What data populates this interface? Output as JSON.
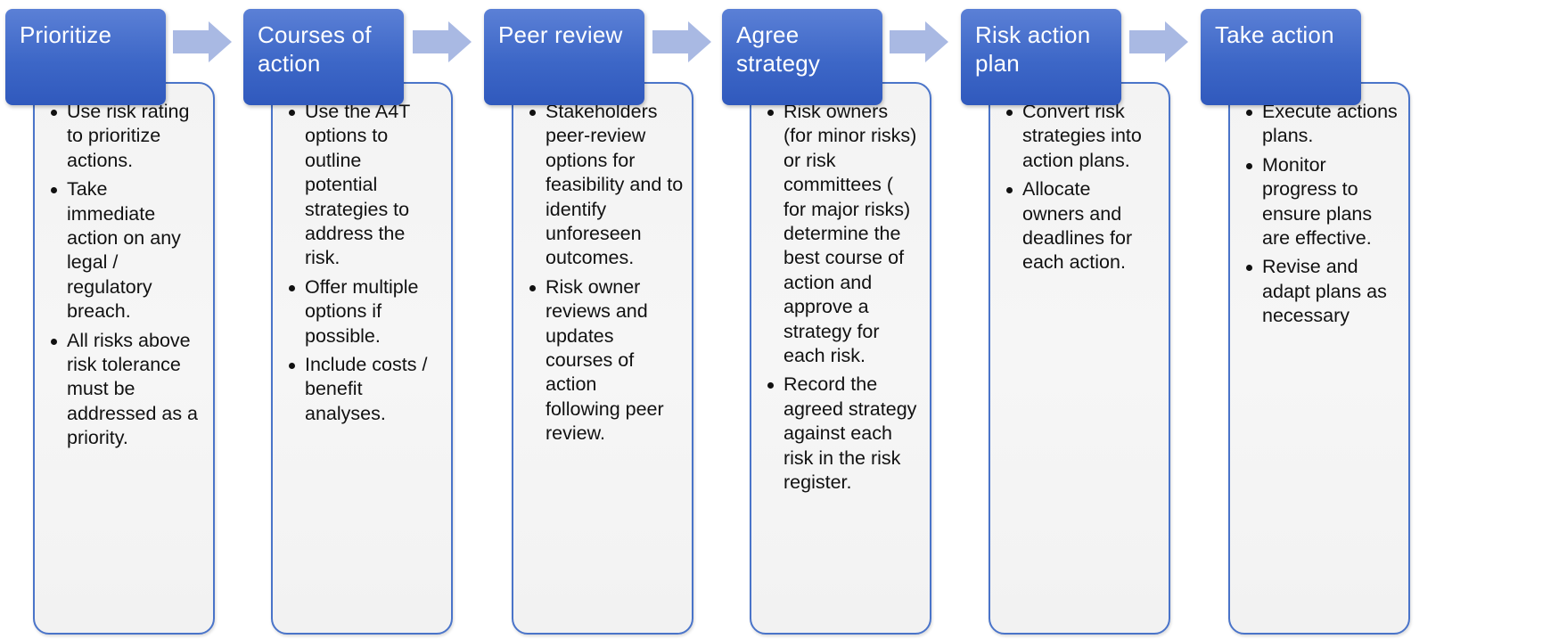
{
  "steps": [
    {
      "title": "Prioritize",
      "bullets": [
        "Use risk rating to prioritize actions.",
        "Take immediate action on any legal / regulatory breach.",
        "All risks above risk tolerance must be addressed as a priority."
      ]
    },
    {
      "title": "Courses of action",
      "bullets": [
        "Use the A4T options to outline potential strategies to address the risk.",
        "Offer multiple options if possible.",
        "Include costs / benefit analyses."
      ]
    },
    {
      "title": "Peer review",
      "bullets": [
        "Stakeholders peer-review options for feasibility and to identify unforeseen outcomes.",
        "Risk owner reviews and updates courses of action following peer review."
      ]
    },
    {
      "title": "Agree strategy",
      "bullets": [
        "Risk owners (for minor risks) or risk committees ( for major risks) determine the best course of action and approve a strategy for each risk.",
        "Record the agreed strategy against each risk in the risk register."
      ]
    },
    {
      "title": "Risk action plan",
      "bullets": [
        "Convert risk strategies into action plans.",
        "Allocate owners and deadlines for each action."
      ]
    },
    {
      "title": "Take action",
      "bullets": [
        "Execute actions plans.",
        "Monitor progress to ensure plans are effective.",
        "Revise and adapt plans as necessary"
      ]
    }
  ],
  "colors": {
    "header_blue": "#3d67c7",
    "card_border": "#4a74c9",
    "card_fill": "#f4f4f4",
    "arrow_fill": "#a9b9e3"
  }
}
